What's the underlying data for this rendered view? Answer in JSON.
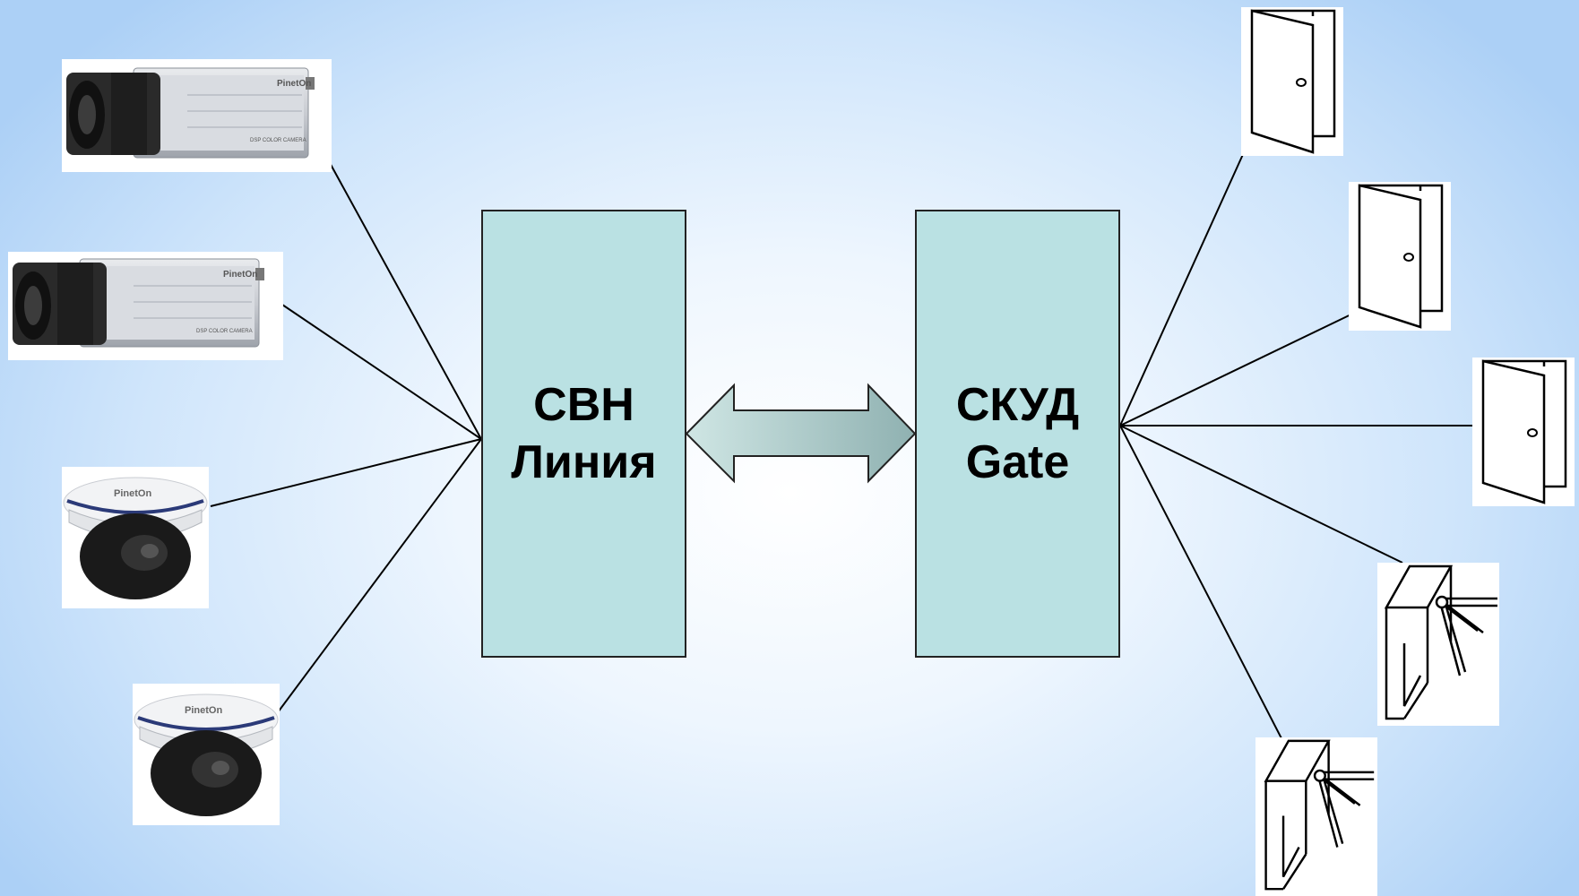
{
  "blocks": {
    "svn": {
      "line1": "СВН",
      "line2": "Линия"
    },
    "skud": {
      "line1": "СКУД",
      "line2": "Gate"
    }
  },
  "cameras": {
    "brand": "PinetOn",
    "box_label": "DSP COLOR CAMERA"
  },
  "colors": {
    "block_fill": "#bae1e3",
    "arrow_fill": "#a6c9c9",
    "line": "#000000"
  },
  "icons": {
    "box_camera": "box-camera-icon",
    "dome_camera": "dome-camera-icon",
    "door": "door-icon",
    "turnstile": "turnstile-icon"
  }
}
